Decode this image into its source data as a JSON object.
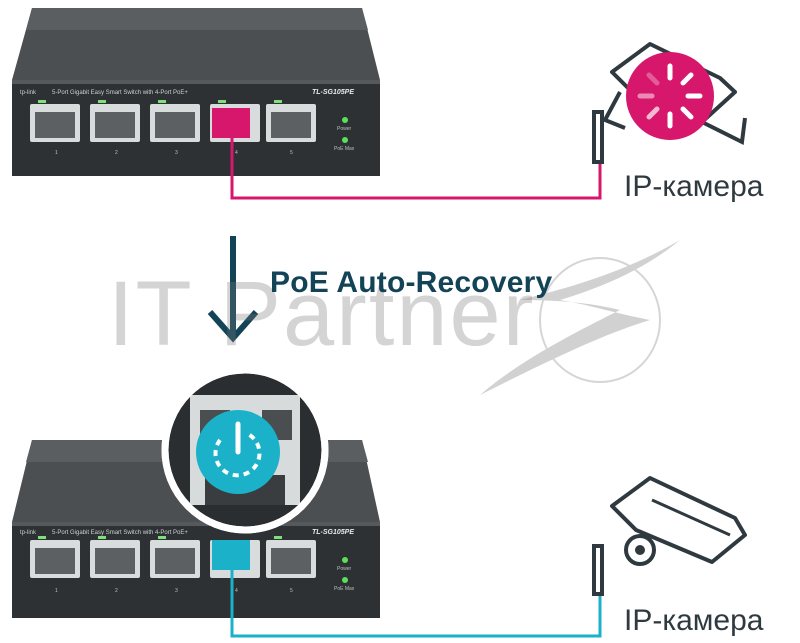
{
  "headline": "PoE Auto-Recovery",
  "watermark": "IT Partner",
  "switch": {
    "brand": "tp-link",
    "description": "5-Port Gigabit Easy Smart Switch with 4-Port PoE+",
    "model": "TL-SG105PE",
    "port_numbers": [
      "1",
      "2",
      "3",
      "4",
      "5"
    ],
    "led_labels": [
      "Power",
      "PoE Max"
    ]
  },
  "cameras": [
    {
      "label": "IP-камера",
      "state": "recovering"
    },
    {
      "label": "IP-камера",
      "state": "normal"
    }
  ],
  "colors": {
    "fault": "#d6176b",
    "recovered": "#1bb1c9",
    "arrow": "#134356",
    "switch_body": "#3c3f41",
    "camera_outline": "#2f3a40"
  },
  "icons": [
    "arrow-down-icon",
    "power-restart-icon",
    "loading-spinner-icon",
    "security-camera-icon"
  ]
}
